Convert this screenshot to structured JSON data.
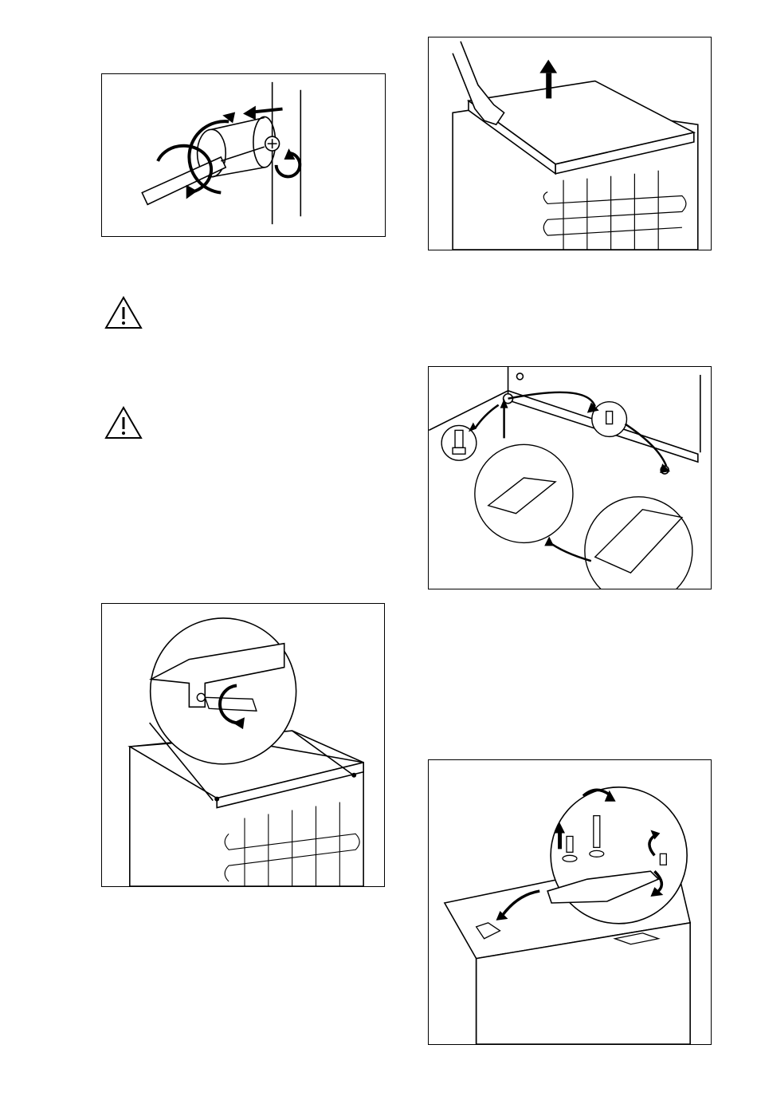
{
  "page": {
    "background": "#ffffff",
    "ink": "#000000"
  },
  "figures": [
    {
      "id": "fig-remove-door-pin",
      "icons": [
        "screwdriver-icon",
        "rotate-arrow-icon",
        "pull-arrow-icon"
      ]
    },
    {
      "id": "fig-lift-top-cover",
      "icons": [
        "hand-icon",
        "up-arrow-icon"
      ]
    },
    {
      "id": "fig-move-hinge-pin",
      "icons": [
        "screw-icon",
        "hinge-icon",
        "curved-arrow-icon"
      ]
    },
    {
      "id": "fig-unscrew-top-cover",
      "icons": [
        "screwdriver-icon",
        "rotate-arrow-icon",
        "magnifier-callout-icon"
      ]
    },
    {
      "id": "fig-refit-hinge",
      "icons": [
        "screw-icon",
        "washer-icon",
        "hinge-bracket-icon",
        "rotate-arrow-icon"
      ]
    }
  ],
  "warnings": [
    {
      "id": "warning-1",
      "icon": "warning-triangle-icon"
    },
    {
      "id": "warning-2",
      "icon": "warning-triangle-icon"
    }
  ]
}
